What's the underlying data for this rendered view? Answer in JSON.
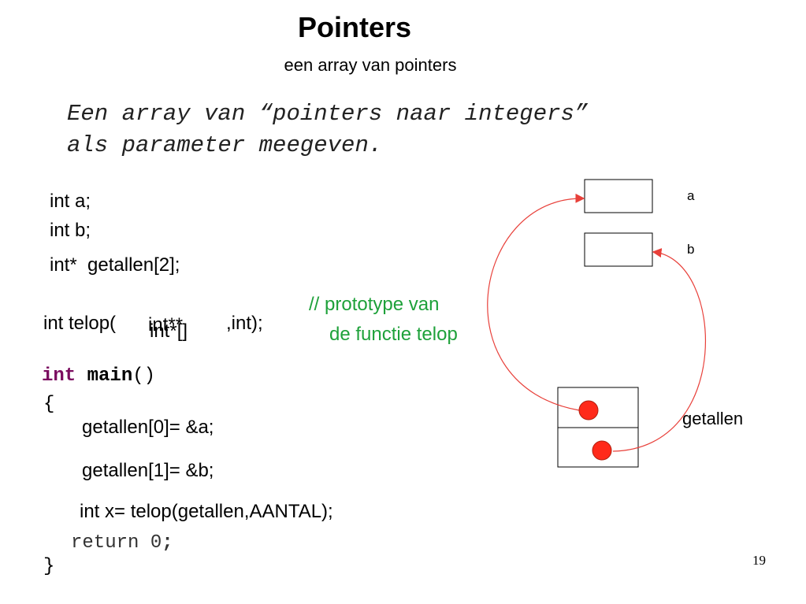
{
  "slide": {
    "title": "Pointers",
    "subtitle": "een array van pointers",
    "description": [
      "Een array van “pointers naar integers”",
      "als parameter meegeven."
    ],
    "decl_a": "int a;",
    "decl_b": "int b;",
    "decl_getallen": "int*  getallen[2];",
    "prototype_start": "int telop(",
    "prototype_end": ",int);",
    "param_option_1": "int**",
    "param_option_2": "int*[]",
    "comment_line1": "// prototype van",
    "comment_line2": "de functie telop",
    "main_kw": "int",
    "main_name": "main",
    "main_parens": "()",
    "brace_open": "{",
    "assign_0": "getallen[0]= &a;",
    "assign_1": "getallen[1]= &b;",
    "call_line": "int x= telop(getallen,AANTAL);",
    "return_kw": "return ",
    "return_val": "0",
    "return_semi": ";",
    "brace_close": "}",
    "page_number": "19"
  },
  "diagram": {
    "label_a": "a",
    "label_b": "b",
    "label_getallen": "getallen",
    "arrow_color": "#e8403a",
    "dot_color": "#ff2a1a"
  }
}
